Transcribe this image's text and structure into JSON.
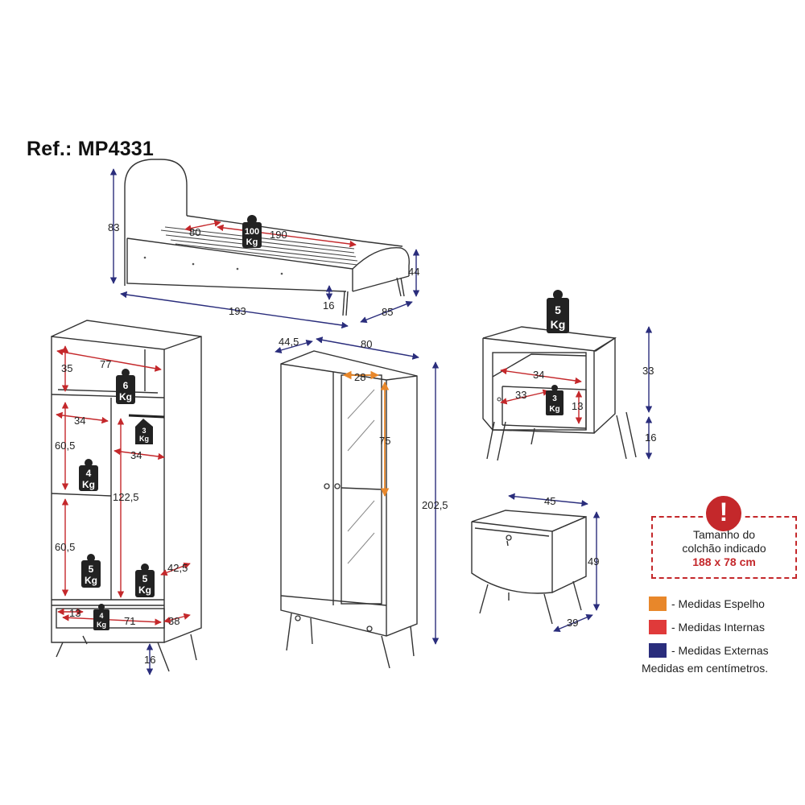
{
  "ref_label": "Ref.: MP4331",
  "colors": {
    "mirror": "#e8872a",
    "internal": "#e03a3a",
    "external": "#2a2d7c",
    "warning": "#c4282b"
  },
  "bed": {
    "d_80": "80",
    "d_190": "190",
    "d_83": "83",
    "d_44": "44",
    "d_16": "16",
    "d_193": "193",
    "d_85": "85",
    "kg_top": "100",
    "kg_bottom": "Kg"
  },
  "wardrobe_interior": {
    "d_77": "77",
    "d_35": "35",
    "d_34a": "34",
    "d_60_5a": "60,5",
    "d_34b": "34",
    "d_122_5": "122,5",
    "d_60_5b": "60,5",
    "d_42_5": "42,5",
    "d_13": "13",
    "d_71": "71",
    "d_38": "38",
    "d_16": "16",
    "kg_6": "6",
    "kg_3": "3",
    "kg_4a": "4",
    "kg_5a": "5",
    "kg_5b": "5",
    "kg_4b": "4",
    "kg_unit": "Kg"
  },
  "wardrobe": {
    "d_44_5": "44,5",
    "d_80": "80",
    "d_28": "28",
    "d_75": "75",
    "d_202_5": "202,5"
  },
  "nightstand_open": {
    "kg_5": "5",
    "kg_3": "3",
    "kg_unit": "Kg",
    "d_34": "34",
    "d_33a": "33",
    "d_13": "13",
    "d_33b": "33",
    "d_16": "16"
  },
  "nightstand_closed": {
    "d_45": "45",
    "d_49": "49",
    "d_39": "39"
  },
  "warning": {
    "icon": "exclamation-icon",
    "line1": "Tamanho do",
    "line2": "colchão indicado",
    "size": "188 x 78 cm"
  },
  "legend": [
    {
      "label": "- Medidas Espelho",
      "color": "#e8872a"
    },
    {
      "label": "- Medidas Internas",
      "color": "#e03a3a"
    },
    {
      "label": "- Medidas Externas",
      "color": "#2a2d7c"
    }
  ],
  "footnote": "Medidas em centímetros."
}
